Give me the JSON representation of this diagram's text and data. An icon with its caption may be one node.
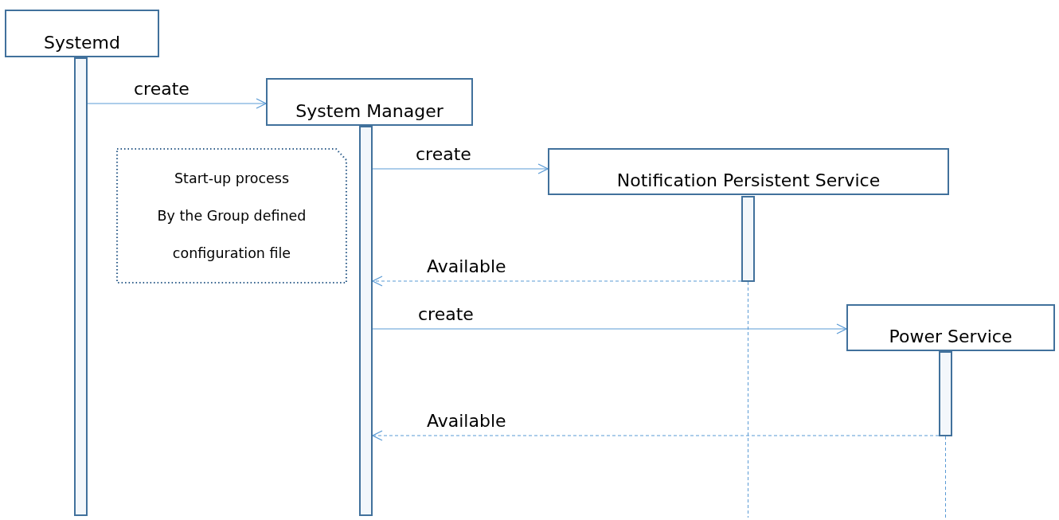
{
  "diagram": {
    "nodes": [
      {
        "text": [
          "Systemd"
        ]
      },
      {
        "text": [],
        "shape": "bar"
      },
      {
        "text": [
          "System Manager"
        ]
      },
      {
        "text": [],
        "shape": "bar"
      },
      {
        "text": [
          "Notification Persistent Service"
        ]
      },
      {
        "text": [],
        "shape": "bar"
      },
      {
        "text": [
          "Power Service"
        ]
      },
      {
        "text": [],
        "shape": "bar"
      },
      {
        "text": [
          "Start-up process",
          "By the Group defined configuration file"
        ]
      }
    ],
    "edges": [
      {
        "from": 1,
        "to": 2,
        "arrow": "to",
        "label": "create"
      },
      {
        "from": 3,
        "to": 4,
        "arrow": "to",
        "label": "create"
      },
      {
        "from": 5,
        "to": 3,
        "arrow": "to",
        "label": "Available",
        "style": "dashed"
      },
      {
        "from": 3,
        "to": 6,
        "arrow": "to",
        "label": "create"
      },
      {
        "from": 7,
        "to": 3,
        "arrow": "to",
        "label": "Available",
        "style": "dashed"
      }
    ]
  }
}
